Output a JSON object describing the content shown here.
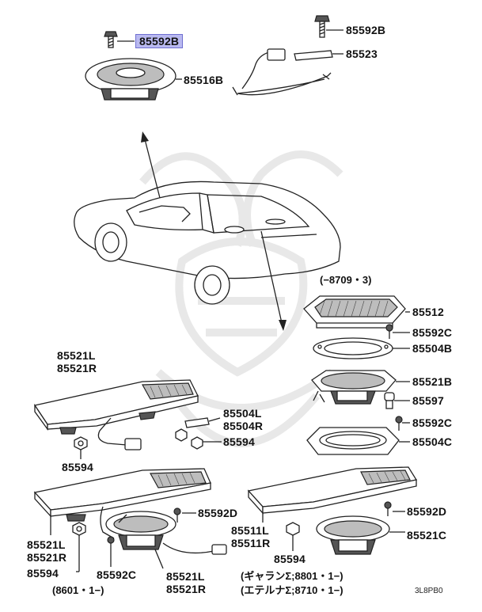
{
  "labels": {
    "p85592B_top": "85592B",
    "p85516B": "85516B",
    "p85592B_right": "85592B",
    "p85523": "85523",
    "p85512": "85512",
    "p85592C_a": "85592C",
    "p85504B": "85504B",
    "p85521B": "85521B",
    "p85597": "85597",
    "p85592C_b": "85592C",
    "p85504C": "85504C",
    "p85521L_top": "85521L",
    "p85521R_top": "85521R",
    "p85504L": "85504L",
    "p85504R": "85504R",
    "p85594_mid": "85594",
    "p85594_left": "85594",
    "p85592D_a": "85592D",
    "p85592D_b": "85592D",
    "p85511L": "85511L",
    "p85511R": "85511R",
    "p85521C": "85521C",
    "p85594_bottom": "85594",
    "p85521L_bl": "85521L",
    "p85521R_bl": "85521R",
    "p85594_bl": "85594",
    "p85592C_bot": "85592C",
    "p85521L_bm": "85521L",
    "p85521R_bm": "85521R"
  },
  "notes": {
    "date_top_right": "(−8709・3)",
    "date_bottom_left": "(8601・1−)",
    "galant_note": "(ギャランΣ;8801・1−)",
    "eterna_note": "(エテルナΣ;8710・1−)"
  },
  "diagram_code": "3L8PB0",
  "highlight_color": "#b9b9f0"
}
